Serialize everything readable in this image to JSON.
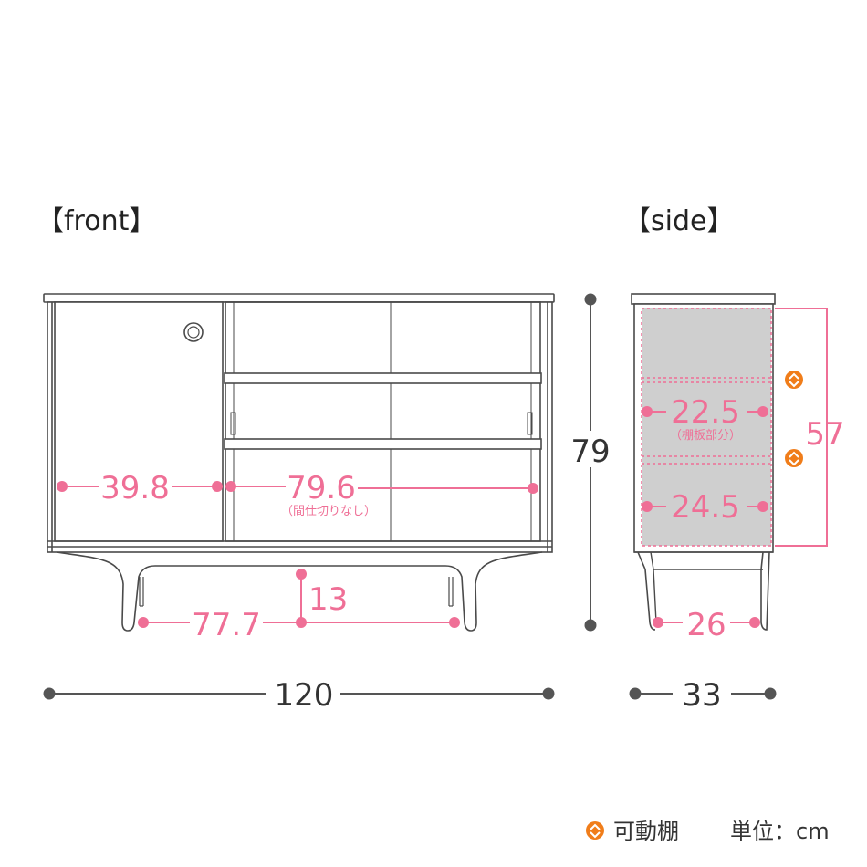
{
  "labels": {
    "front": "【front】",
    "side": "【side】"
  },
  "dimensions": {
    "width": "120",
    "height": "79",
    "depth": "33",
    "door_width": "39.8",
    "open_width": "79.6",
    "open_width_note": "（間仕切りなし）",
    "leg_span": "77.7",
    "leg_height": "13",
    "side_height": "57",
    "shelf_height": "22.5",
    "shelf_note": "（棚板部分）",
    "lower_height": "24.5",
    "leg_depth": "26"
  },
  "legend": {
    "movable_shelf": "可動棚",
    "unit": "単位：cm"
  },
  "colors": {
    "outline": "#4a4a4a",
    "pink": "#ef6f96",
    "orange": "#f07d1a",
    "gray_fill": "#cfcfcf",
    "dim_gray": "#555555"
  },
  "icons": {
    "movable_marker": "up-down-arrow-circle-icon"
  }
}
